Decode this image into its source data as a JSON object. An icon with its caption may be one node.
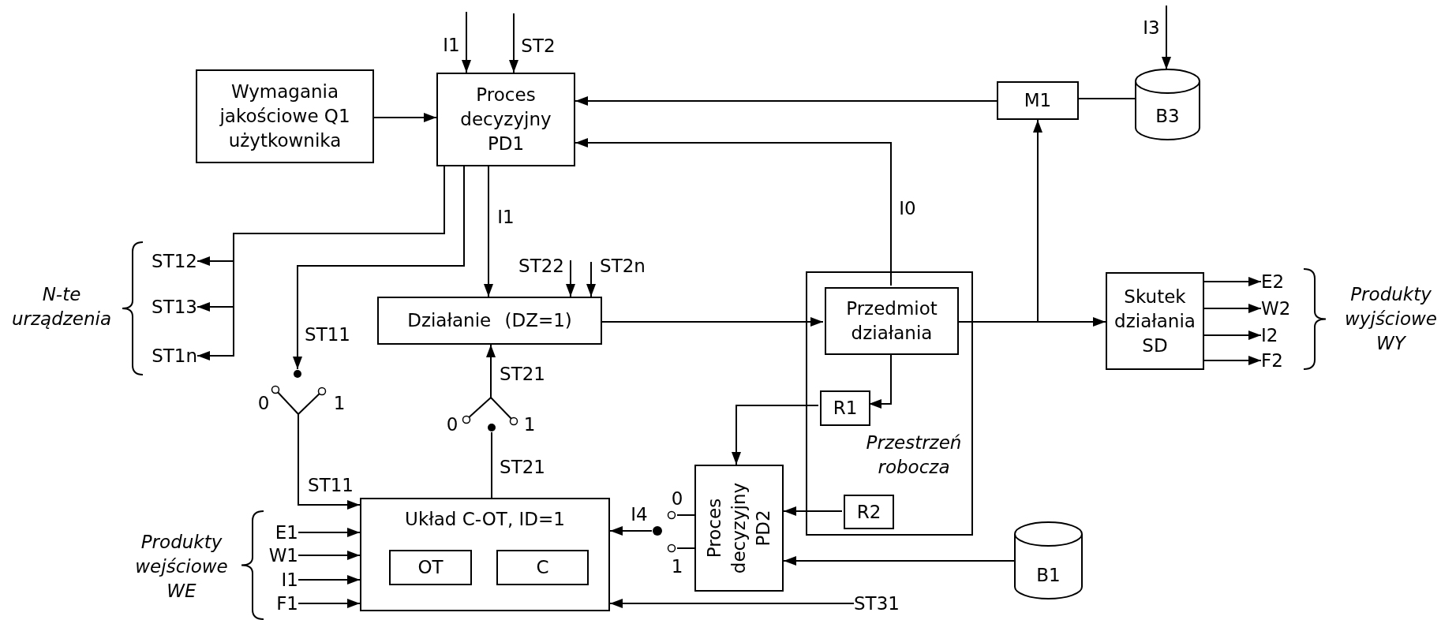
{
  "diagram": {
    "nodes": [
      {
        "text": [
          "Wymagania jakościowe Q1 użytkownika"
        ]
      },
      {
        "text": [
          "Proces decyzyjny PD1"
        ]
      },
      {
        "text": [
          "M1"
        ]
      },
      {
        "text": [
          "B3"
        ]
      },
      {
        "text": [
          "ST12"
        ]
      },
      {
        "text": [
          "ST13"
        ]
      },
      {
        "text": [
          "ST1n"
        ]
      },
      {
        "text": [
          "Działanie (DZ=1)"
        ]
      },
      {
        "text": [
          "Przestrzeń robocza"
        ]
      },
      {
        "text": [
          "Przedmiot działania"
        ],
        "in": 8
      },
      {
        "text": [
          "R1"
        ],
        "in": 8
      },
      {
        "text": [
          "R2"
        ],
        "in": 8
      },
      {
        "text": [
          "Skutek działania SD"
        ]
      },
      {
        "text": [
          "E2"
        ]
      },
      {
        "text": [
          "W2"
        ]
      },
      {
        "text": [
          "I2"
        ]
      },
      {
        "text": [
          "F2"
        ]
      },
      {
        "text": [],
        "shape": "switch",
        "beside": [
          "0",
          "1"
        ]
      },
      {
        "text": [],
        "shape": "switch",
        "beside": [
          "0",
          "1"
        ]
      },
      {
        "text": [
          "Układ C-OT, ID=1"
        ]
      },
      {
        "text": [
          "OT"
        ],
        "in": 19
      },
      {
        "text": [
          "C"
        ],
        "in": 19
      },
      {
        "text": [
          "Proces decyzyjny PD2"
        ]
      },
      {
        "text": [],
        "shape": "switch",
        "beside": [
          "0",
          "1"
        ]
      },
      {
        "text": [
          "B1"
        ]
      },
      {
        "text": [
          "E1"
        ]
      },
      {
        "text": [
          "W1"
        ]
      },
      {
        "text": [
          "I1"
        ]
      },
      {
        "text": [
          "F1"
        ]
      },
      {
        "text": [
          "ST31"
        ]
      }
    ],
    "edges": [
      {
        "from": null,
        "to": 1,
        "arrow": "to",
        "label": "I1"
      },
      {
        "from": null,
        "to": 1,
        "arrow": "to",
        "label": "ST2"
      },
      {
        "from": null,
        "to": 3,
        "arrow": "to",
        "label": "I3"
      },
      {
        "from": 0,
        "to": 1,
        "arrow": "to"
      },
      {
        "from": 2,
        "to": 1,
        "arrow": "to"
      },
      {
        "from": 2,
        "to": 3,
        "arrow": "none"
      },
      {
        "from": 9,
        "to": 1,
        "arrow": "to",
        "label": "I0"
      },
      {
        "from": 1,
        "to": 7,
        "arrow": "to",
        "label": "I1"
      },
      {
        "from": 1,
        "to": 4,
        "arrow": "to"
      },
      {
        "from": 1,
        "to": 5,
        "arrow": "to"
      },
      {
        "from": 1,
        "to": 6,
        "arrow": "to"
      },
      {
        "from": 1,
        "to": 17,
        "arrow": "to",
        "label": "ST11"
      },
      {
        "from": 17,
        "to": 19,
        "arrow": "to",
        "label": "ST11"
      },
      {
        "from": 19,
        "to": 18,
        "arrow": "none",
        "label": "ST21"
      },
      {
        "from": 18,
        "to": 7,
        "arrow": "to",
        "label": "ST21"
      },
      {
        "from": 22,
        "to": 23,
        "arrow": "none"
      },
      {
        "from": 23,
        "to": 19,
        "arrow": "to",
        "label": "I4"
      },
      {
        "from": 7,
        "to": 9,
        "arrow": "to"
      },
      {
        "from": 9,
        "to": 12,
        "arrow": "to"
      },
      {
        "from": 9,
        "to": 2,
        "arrow": "to"
      },
      {
        "from": 9,
        "to": 10,
        "arrow": "to"
      },
      {
        "from": 10,
        "to": 22,
        "arrow": "to"
      },
      {
        "from": 11,
        "to": 22,
        "arrow": "to"
      },
      {
        "from": 24,
        "to": 22,
        "arrow": "to"
      },
      {
        "from": 29,
        "to": 19,
        "arrow": "to"
      },
      {
        "from": 12,
        "to": 13,
        "arrow": "to"
      },
      {
        "from": 12,
        "to": 14,
        "arrow": "to"
      },
      {
        "from": 12,
        "to": 15,
        "arrow": "to"
      },
      {
        "from": 12,
        "to": 16,
        "arrow": "to"
      },
      {
        "from": 25,
        "to": 19,
        "arrow": "to"
      },
      {
        "from": 26,
        "to": 19,
        "arrow": "to"
      },
      {
        "from": 27,
        "to": 19,
        "arrow": "to"
      },
      {
        "from": 28,
        "to": 19,
        "arrow": "to"
      },
      {
        "from": null,
        "to": 7,
        "arrow": "to",
        "label": "ST22"
      },
      {
        "from": null,
        "to": 7,
        "arrow": "to",
        "label": "ST2n"
      }
    ],
    "labels": [
      "N-te urządzenia",
      "Produkty wejściowe WE",
      "Produkty wyjściowe WY"
    ]
  }
}
